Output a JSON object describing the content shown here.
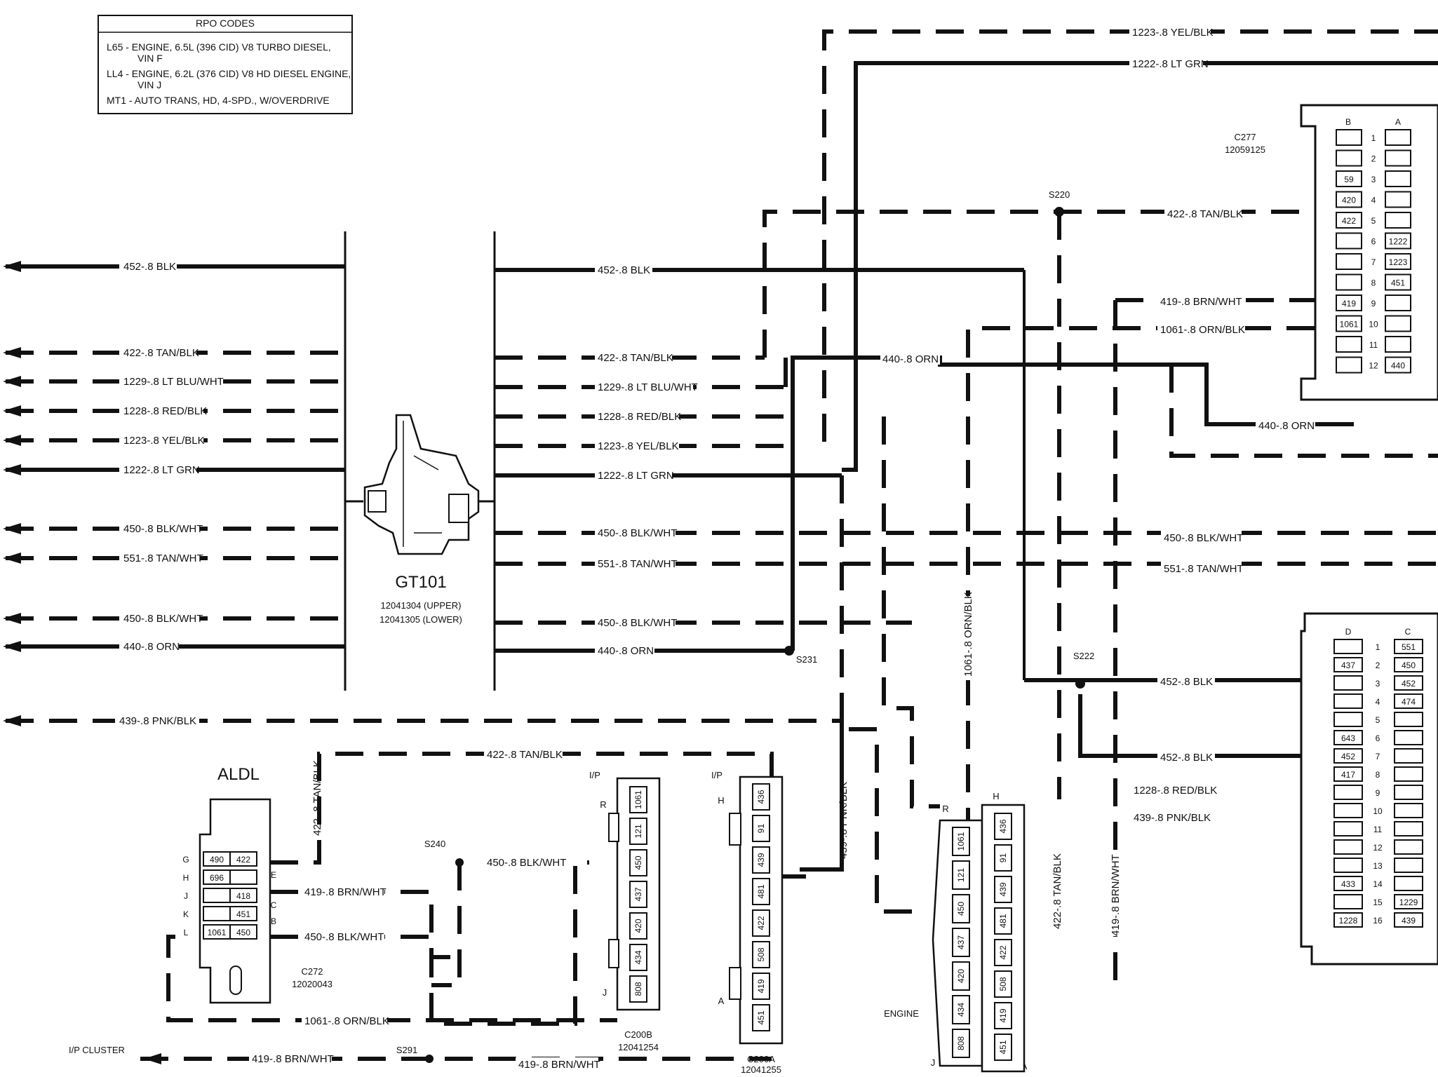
{
  "rpo_box": {
    "title": "RPO CODES",
    "lines": [
      "L65 - ENGINE, 6.5L (396 CID) V8 TURBO DIESEL,",
      "VIN F",
      "LL4 - ENGINE, 6.2L (376 CID) V8 HD DIESEL ENGINE,",
      "VIN J",
      "MT1 - AUTO TRANS, HD, 4-SPD., W/OVERDRIVE"
    ]
  },
  "left_wires": [
    "452-.8 BLK",
    "422-.8 TAN/BLK",
    "1229-.8 LT BLU/WHT",
    "1228-.8 RED/BLK",
    "1223-.8 YEL/BLK",
    "1222-.8 LT GRN",
    "450-.8 BLK/WHT",
    "551-.8 TAN/WHT",
    "450-.8 BLK/WHT",
    "440-.8 ORN",
    "439-.8 PNK/BLK"
  ],
  "center_wires": [
    "452-.8 BLK",
    "422-.8 TAN/BLK",
    "1229-.8 LT BLU/WHT",
    "1228-.8 RED/BLK",
    "1223-.8 YEL/BLK",
    "1222-.8 LT GRN",
    "450-.8 BLK/WHT",
    "551-.8 TAN/WHT",
    "450-.8 BLK/WHT",
    "440-.8 ORN"
  ],
  "gt101": {
    "name": "GT101",
    "upper": "12041304 (UPPER)",
    "lower": "12041305 (LOWER)"
  },
  "top_wires": [
    "1223-.8 YEL/BLK",
    "1222-.8 LT GRN"
  ],
  "splices": {
    "s220": "S220",
    "s231": "S231",
    "s222": "S222",
    "s240": "S240",
    "s291": "S291"
  },
  "right_wires": [
    "422-.8 TAN/BLK",
    "419-.8 BRN/WHT",
    "1061-.8 ORN/BLK",
    "440-.8 ORN",
    "440-.8 ORN",
    "450-.8 BLK/WHT",
    "551-.8 TAN/WHT",
    "452-.8 BLK",
    "452-.8 BLK",
    "1228-.8 RED/BLK",
    "439-.8 PNK/BLK",
    "1061-.8 ORN/BLK",
    "422-.8 TAN/BLK",
    "419-.8 BRN/WHT"
  ],
  "c277": {
    "name": "C277",
    "part": "12059125",
    "col_b": "B",
    "col_a": "A",
    "rows": [
      "1",
      "2",
      "3",
      "4",
      "5",
      "6",
      "7",
      "8",
      "9",
      "10",
      "11",
      "12"
    ],
    "b_pins": [
      "",
      "",
      "59",
      "420",
      "422",
      "",
      "",
      "",
      "419",
      "1061",
      "",
      ""
    ],
    "a_pins": [
      "",
      "",
      "",
      "",
      "",
      "1222",
      "1223",
      "451",
      "",
      "",
      "",
      "440"
    ]
  },
  "lower_right_conn": {
    "col_d": "D",
    "col_c": "C",
    "rows": [
      "1",
      "2",
      "3",
      "4",
      "5",
      "6",
      "7",
      "8",
      "9",
      "10",
      "11",
      "12",
      "13",
      "14",
      "15",
      "16"
    ],
    "d_pins": [
      "",
      "437",
      "",
      "",
      "",
      "643",
      "452",
      "417",
      "",
      "",
      "",
      "",
      "",
      "433",
      "",
      "1228"
    ],
    "c_pins": [
      "551",
      "450",
      "452",
      "474",
      "",
      "",
      "",
      "",
      "",
      "",
      "",
      "",
      "",
      "",
      "1229",
      "439"
    ]
  },
  "aldl": {
    "name": "ALDL",
    "rows_left": [
      "G",
      "H",
      "J",
      "K",
      "L"
    ],
    "rows_right": [
      "E",
      "C",
      "B"
    ],
    "pins_left": [
      "490",
      "696",
      "",
      "",
      "1061"
    ],
    "pins_right": [
      "422",
      "",
      "418",
      "451",
      "450"
    ],
    "conn": "C272",
    "part": "12020043",
    "wires": [
      "422-.8 TAN/BLK",
      "419-.8 BRN/WHT",
      "450-.8 BLK/WHT",
      "1061-.8 ORN/BLK"
    ]
  },
  "bottom_wires": [
    "422-.8 TAN/BLK",
    "450-.8 BLK/WHT",
    "439-.8 PNK/BLK",
    "419-.8 BRN/WHT",
    "419-.8 BRN/WHT"
  ],
  "ip_cluster": "I/P CLUSTER",
  "c200b": {
    "name": "C200B",
    "part": "12041254",
    "side": "I/P",
    "pin_r": "R",
    "pin_j": "J",
    "pins": [
      "1061",
      "121",
      "450",
      "437",
      "420",
      "434",
      "808"
    ]
  },
  "c200a": {
    "name": "C200A",
    "part": "12041255",
    "side": "I/P",
    "pin_h": "H",
    "pin_a": "A",
    "pins": [
      "436",
      "91",
      "439",
      "481",
      "422",
      "508",
      "419",
      "451"
    ]
  },
  "engine_conn": {
    "label": "ENGINE",
    "pin_r": "R",
    "pin_h": "H",
    "pin_j": "J",
    "pin_a": "A",
    "left_pins": [
      "1061",
      "121",
      "450",
      "437",
      "420",
      "434",
      "808"
    ],
    "right_pins": [
      "436",
      "91",
      "439",
      "481",
      "422",
      "508",
      "419",
      "451"
    ]
  },
  "vertical_labels": [
    "1061-.8 ORN/BLK",
    "422-.8 TAN/BLK",
    "419-.8 BRN/WHT",
    "439-.8 PNK/BLK",
    "422-.8 TAN/BLK"
  ]
}
